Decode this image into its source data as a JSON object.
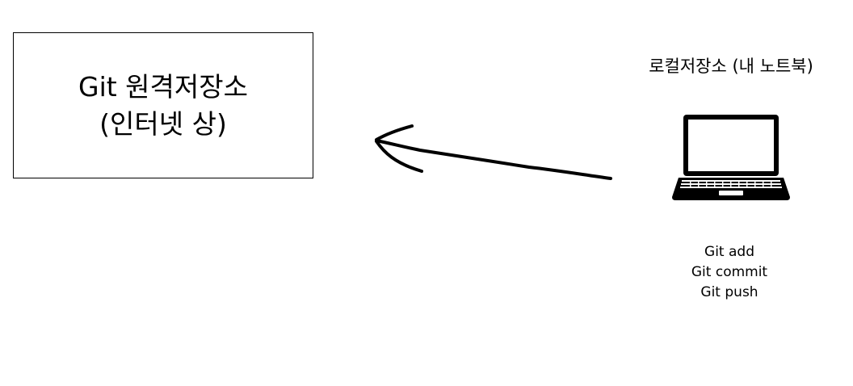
{
  "remote": {
    "line1": "Git 원격저장소",
    "line2": "(인터넷 상)"
  },
  "local": {
    "title": "로컬저장소 (내 노트북)",
    "icon": "laptop-icon"
  },
  "commands": [
    "Git add",
    "Git commit",
    "Git push"
  ],
  "colors": {
    "stroke": "#000000",
    "background": "#ffffff"
  }
}
